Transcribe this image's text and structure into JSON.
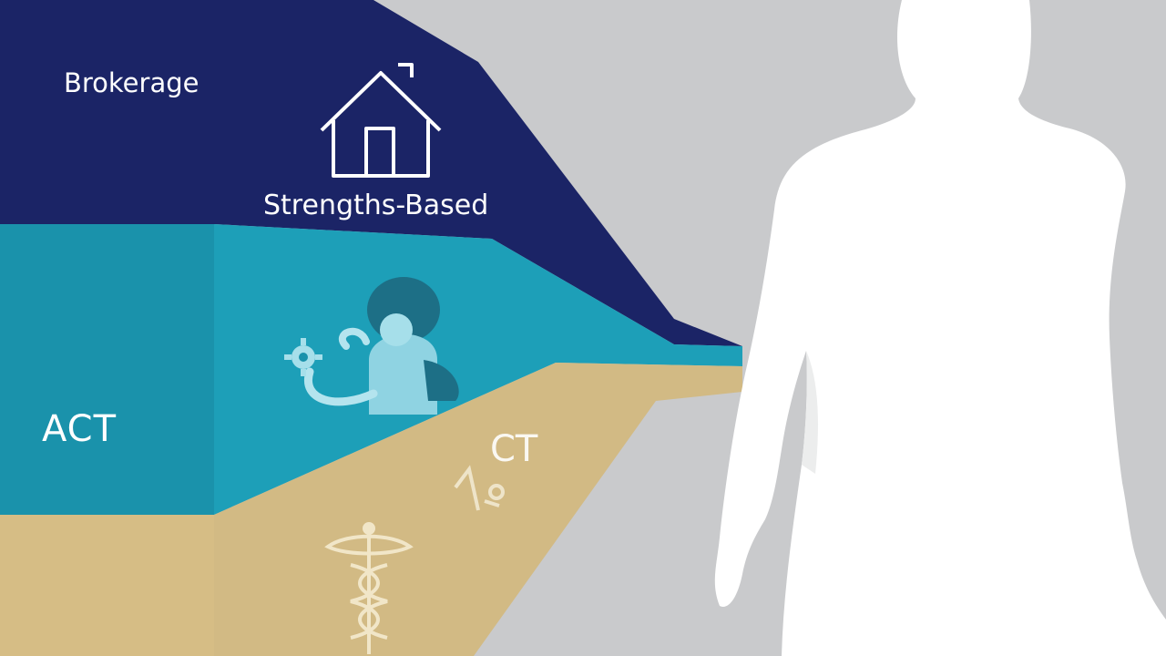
{
  "layers": {
    "brokerage": {
      "label": "Brokerage",
      "color": "#1b2466"
    },
    "strengths_based": {
      "label": "Strengths-Based",
      "icon": "house-icon"
    },
    "act": {
      "label": "ACT",
      "color": "#1a97b0",
      "icon": "person-gear-icon"
    },
    "clinical": {
      "label": "CT",
      "color": "#d4bd86",
      "icon": "caduceus-icon"
    }
  },
  "figure": {
    "icon": "human-silhouette-icon",
    "color": "#ffffff"
  },
  "colors": {
    "background": "#c9cacc"
  }
}
